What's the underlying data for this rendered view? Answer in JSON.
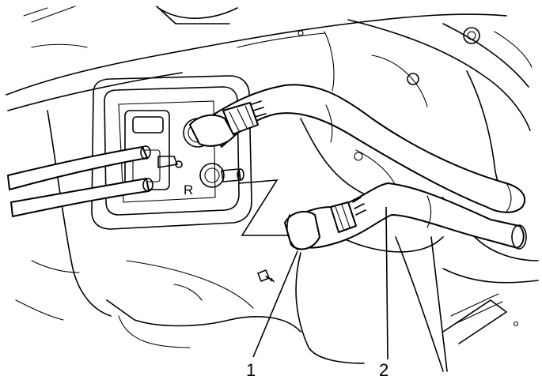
{
  "callouts": [
    {
      "id": "1",
      "label": "1"
    },
    {
      "id": "2",
      "label": "2"
    }
  ],
  "port_marking": "R"
}
